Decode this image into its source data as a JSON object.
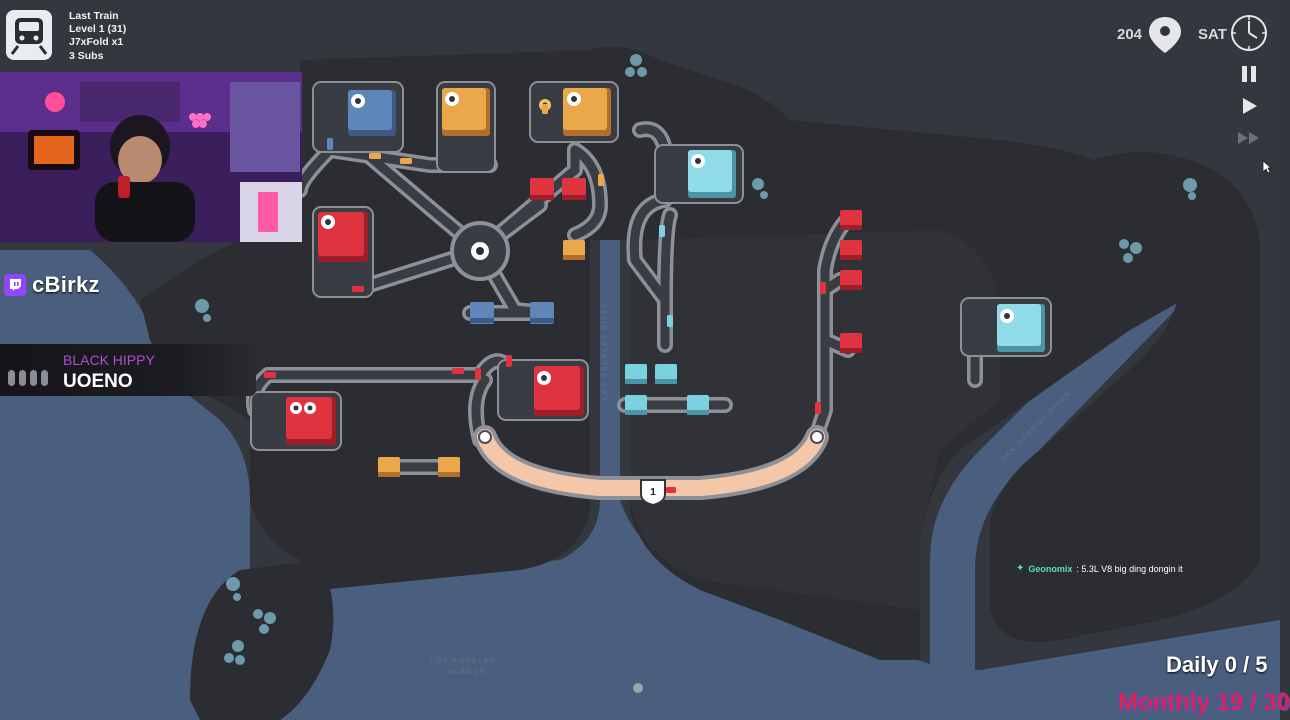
{
  "alert": {
    "line1": "Last Train",
    "line2": "Level 1  (31)",
    "line3": "J7xFold x1",
    "line4": "3 Subs"
  },
  "stream": {
    "channel": "cBirkz",
    "now_playing_artist": "BLACK HIPPY",
    "now_playing_title": "UOENO"
  },
  "hud": {
    "passenger_count": "204",
    "weekday": "SAT",
    "controls": [
      "pause-icon",
      "play-icon",
      "fast-forward-icon"
    ]
  },
  "map": {
    "bridge_number": "1",
    "river_label": "LOS ANGELES RIVER",
    "river_label_2": "SAN GABRIEL RIVER",
    "harbor_label_1": "LOS ANGELES",
    "harbor_label_2": "HARBOR",
    "station_colors": {
      "blue": "#5f86bb",
      "orange": "#eaa84a",
      "red": "#df3340",
      "cyan": "#7ad1e0"
    },
    "water_color": "#4a5e7e",
    "land_color": "#2e3036",
    "road_color": "#6e7078"
  },
  "chat": {
    "user": "Geonomix",
    "message": " : 5.3L V8 big ding dongin it"
  },
  "goals": {
    "daily": "Daily  0 / 5",
    "monthly": "Monthly 19 / 30"
  }
}
